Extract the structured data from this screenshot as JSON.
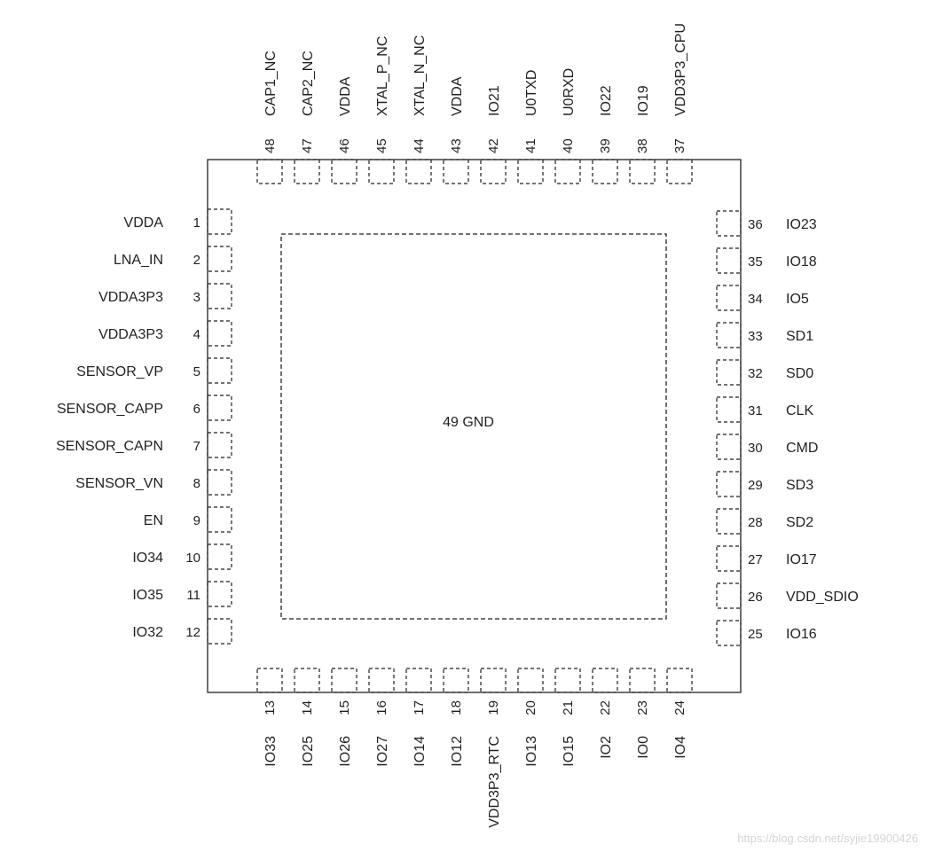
{
  "package": {
    "center_label": "49 GND",
    "left_pins": [
      {
        "num": "1",
        "name": "VDDA"
      },
      {
        "num": "2",
        "name": "LNA_IN"
      },
      {
        "num": "3",
        "name": "VDDA3P3"
      },
      {
        "num": "4",
        "name": "VDDA3P3"
      },
      {
        "num": "5",
        "name": "SENSOR_VP"
      },
      {
        "num": "6",
        "name": "SENSOR_CAPP"
      },
      {
        "num": "7",
        "name": "SENSOR_CAPN"
      },
      {
        "num": "8",
        "name": "SENSOR_VN"
      },
      {
        "num": "9",
        "name": "EN"
      },
      {
        "num": "10",
        "name": "IO34"
      },
      {
        "num": "11",
        "name": "IO35"
      },
      {
        "num": "12",
        "name": "IO32"
      }
    ],
    "bottom_pins": [
      {
        "num": "13",
        "name": "IO33"
      },
      {
        "num": "14",
        "name": "IO25"
      },
      {
        "num": "15",
        "name": "IO26"
      },
      {
        "num": "16",
        "name": "IO27"
      },
      {
        "num": "17",
        "name": "IO14"
      },
      {
        "num": "18",
        "name": "IO12"
      },
      {
        "num": "19",
        "name": "VDD3P3_RTC"
      },
      {
        "num": "20",
        "name": "IO13"
      },
      {
        "num": "21",
        "name": "IO15"
      },
      {
        "num": "22",
        "name": "IO2"
      },
      {
        "num": "23",
        "name": "IO0"
      },
      {
        "num": "24",
        "name": "IO4"
      }
    ],
    "right_pins": [
      {
        "num": "25",
        "name": "IO16"
      },
      {
        "num": "26",
        "name": "VDD_SDIO"
      },
      {
        "num": "27",
        "name": "IO17"
      },
      {
        "num": "28",
        "name": "SD2"
      },
      {
        "num": "29",
        "name": "SD3"
      },
      {
        "num": "30",
        "name": "CMD"
      },
      {
        "num": "31",
        "name": "CLK"
      },
      {
        "num": "32",
        "name": "SD0"
      },
      {
        "num": "33",
        "name": "SD1"
      },
      {
        "num": "34",
        "name": "IO5"
      },
      {
        "num": "35",
        "name": "IO18"
      },
      {
        "num": "36",
        "name": "IO23"
      }
    ],
    "top_pins": [
      {
        "num": "37",
        "name": "VDD3P3_CPU"
      },
      {
        "num": "38",
        "name": "IO19"
      },
      {
        "num": "39",
        "name": "IO22"
      },
      {
        "num": "40",
        "name": "U0RXD"
      },
      {
        "num": "41",
        "name": "U0TXD"
      },
      {
        "num": "42",
        "name": "IO21"
      },
      {
        "num": "43",
        "name": "VDDA"
      },
      {
        "num": "44",
        "name": "XTAL_N_NC"
      },
      {
        "num": "45",
        "name": "XTAL_P_NC"
      },
      {
        "num": "46",
        "name": "VDDA"
      },
      {
        "num": "47",
        "name": "CAP2_NC"
      },
      {
        "num": "48",
        "name": "CAP1_NC"
      }
    ]
  },
  "watermark": "https://blog.csdn.net/syjie19900426"
}
